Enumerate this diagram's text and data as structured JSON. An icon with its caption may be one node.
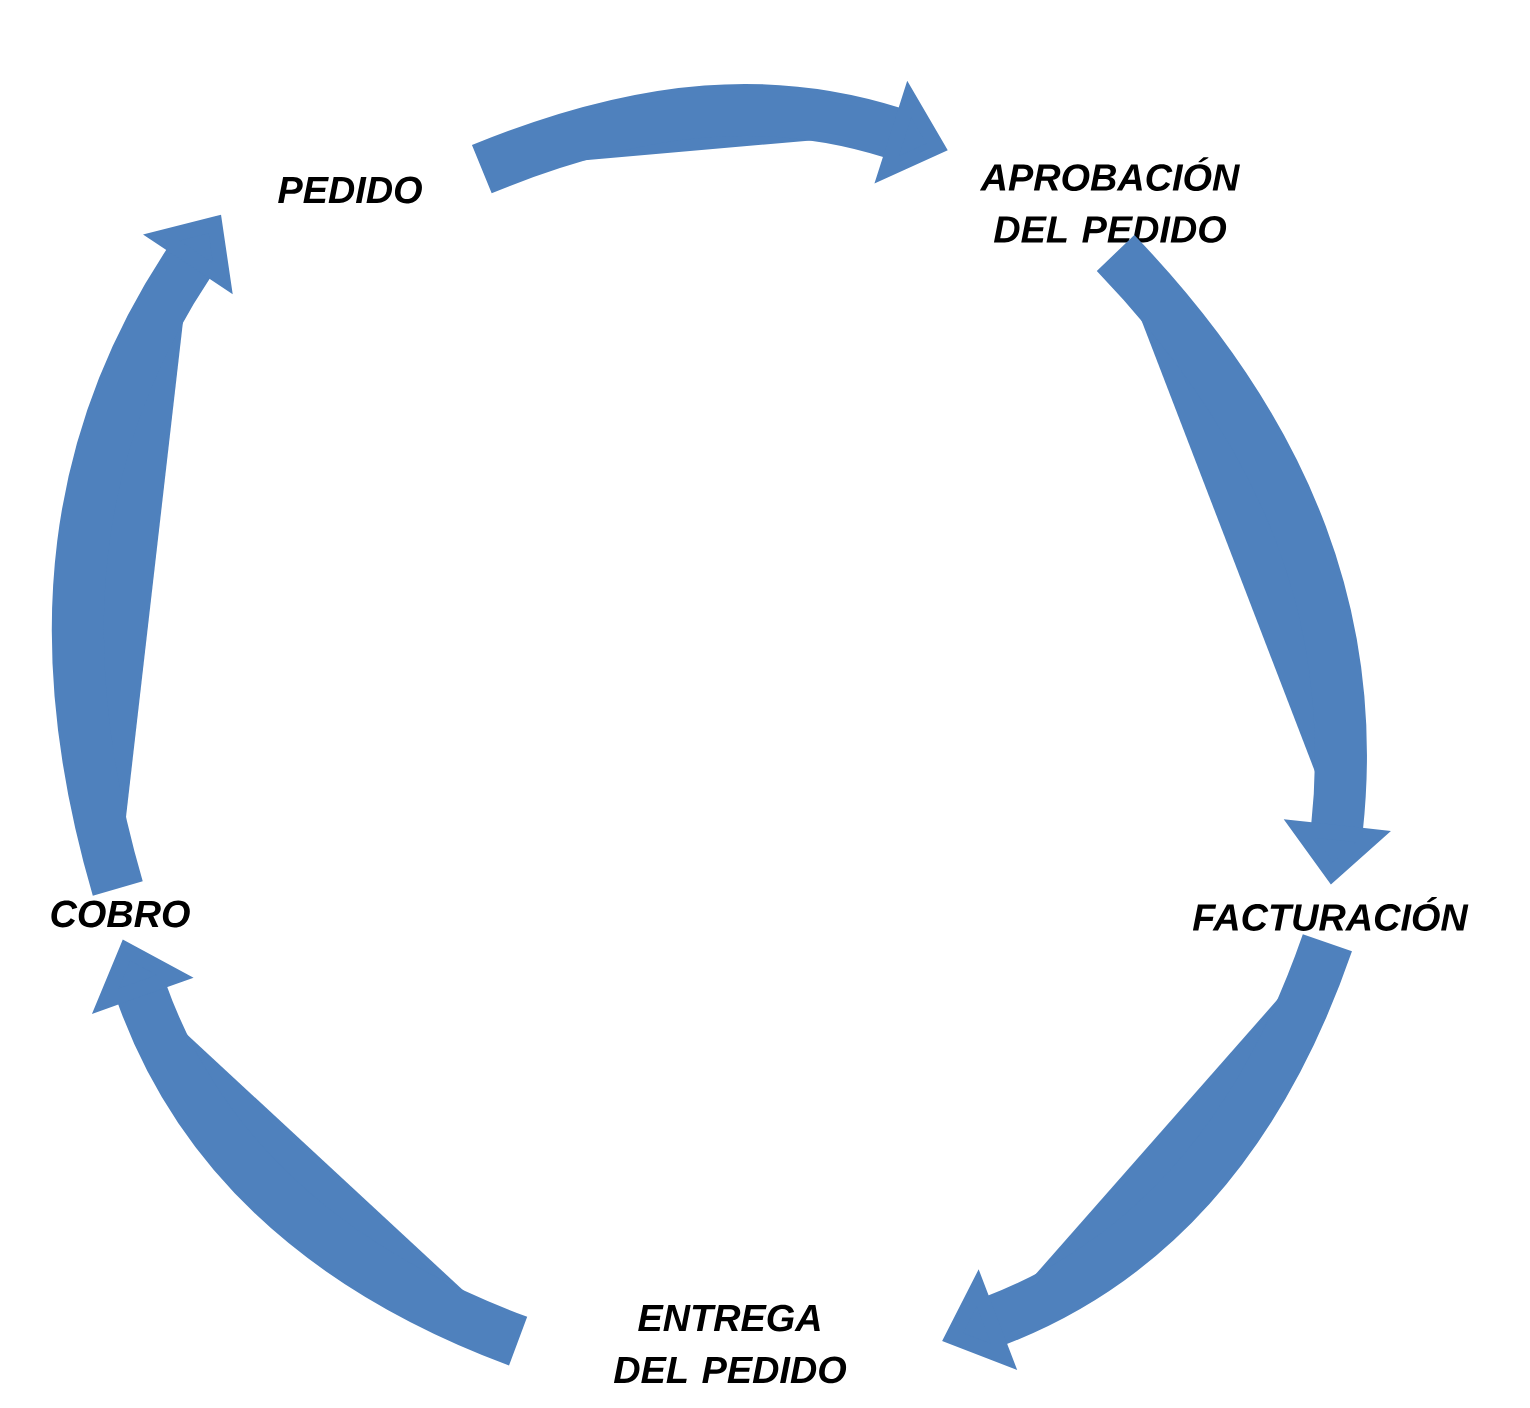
{
  "diagram": {
    "nodes": [
      {
        "text": [
          "PEDIDO"
        ]
      },
      {
        "text": [
          "APROBACIÓN DEL PEDIDO"
        ]
      },
      {
        "text": [
          "FACTURACIÓN"
        ]
      },
      {
        "text": [
          "ENTREGA DEL PEDIDO"
        ]
      },
      {
        "text": [
          "COBRO"
        ]
      }
    ],
    "edges": [
      {
        "from": 0,
        "to": 1,
        "arrow": "to"
      },
      {
        "from": 1,
        "to": 2,
        "arrow": "to"
      },
      {
        "from": 2,
        "to": 3,
        "arrow": "to"
      },
      {
        "from": 3,
        "to": 4,
        "arrow": "to"
      },
      {
        "from": 4,
        "to": 0,
        "arrow": "to"
      }
    ]
  }
}
